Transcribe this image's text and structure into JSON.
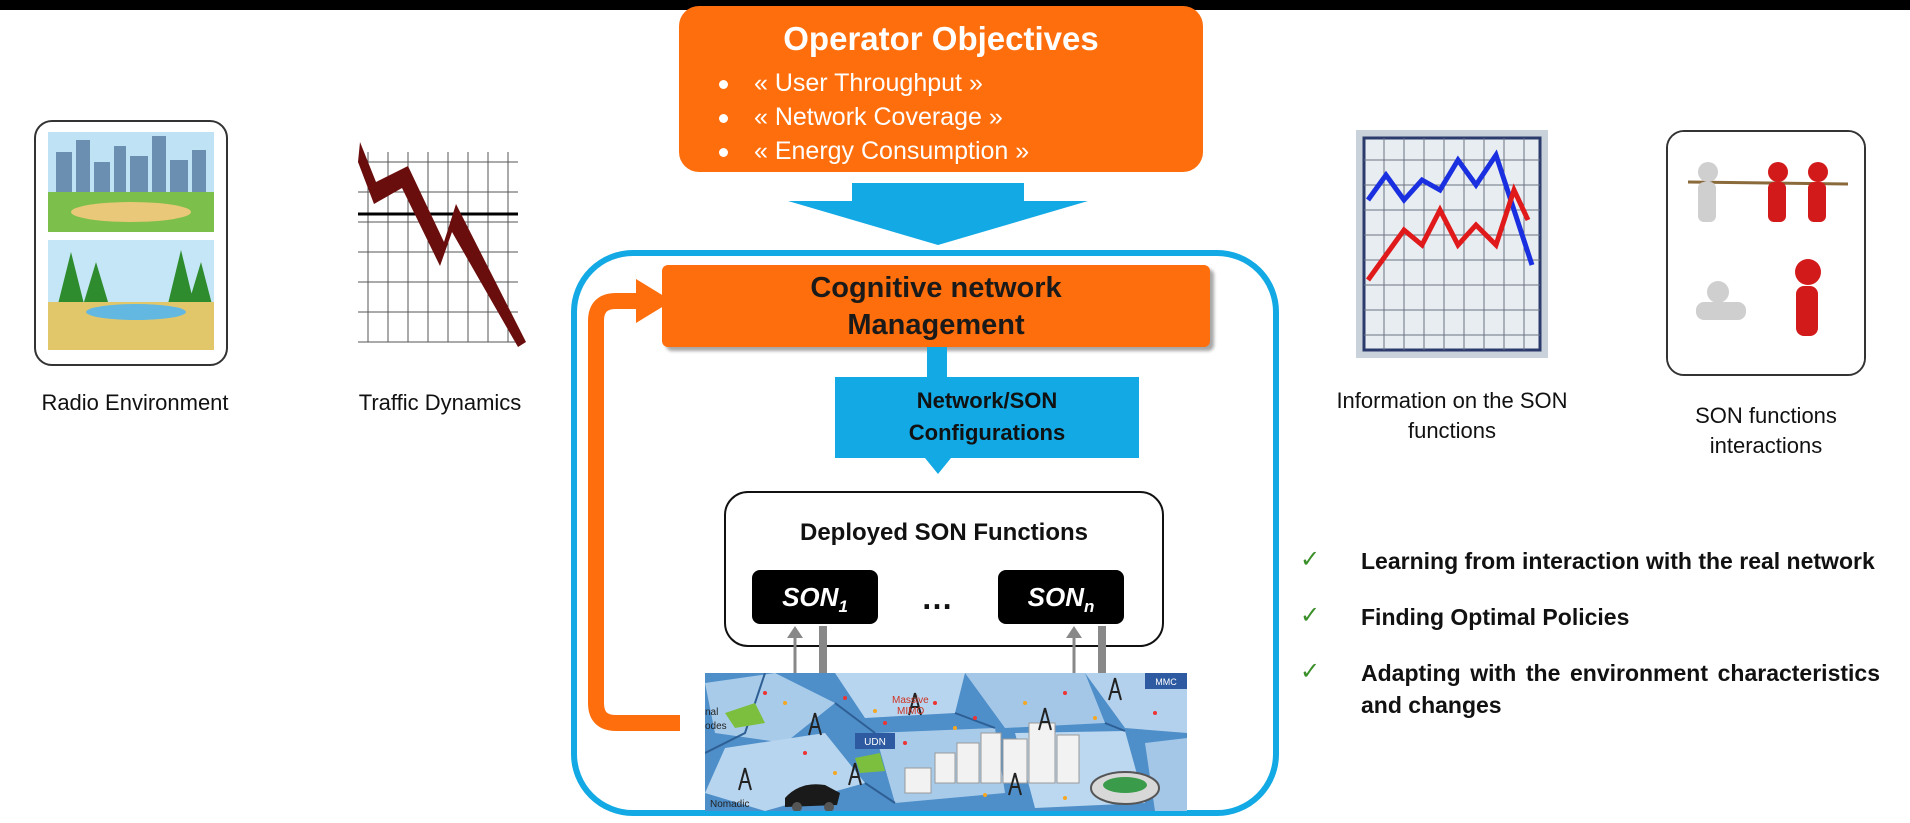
{
  "operator_objectives": {
    "title": "Operator Objectives",
    "items": [
      "« User Throughput »",
      "« Network Coverage »",
      "« Energy Consumption »"
    ]
  },
  "cognitive_management": {
    "line1": "Cognitive network",
    "line2": "Management"
  },
  "son_configurations": {
    "line1": "Network/SON",
    "line2": "Configurations"
  },
  "deployed": {
    "title": "Deployed SON Functions",
    "son_first_base": "SON",
    "son_first_sub": "1",
    "ellipsis": "…",
    "son_last_base": "SON",
    "son_last_sub": "n"
  },
  "network_map_labels": {
    "nal": "nal",
    "odes": "odes",
    "massive": "Massive",
    "mimo": "MIMO",
    "udn": "UDN",
    "nomadic": "Nomadic",
    "mmc": "MMC"
  },
  "captions": {
    "radio": "Radio Environment",
    "traffic": "Traffic Dynamics",
    "info_line1": "Information on the SON",
    "info_line2": "functions",
    "interact_line1": "SON functions",
    "interact_line2": "interactions"
  },
  "checklist": [
    "Learning from interaction with the real network",
    "Finding Optimal Policies",
    "Adapting with the environment characteristics and changes"
  ],
  "colors": {
    "orange": "#ff6e0c",
    "cyan": "#12a9e4",
    "check_green": "#3a8f2a"
  }
}
